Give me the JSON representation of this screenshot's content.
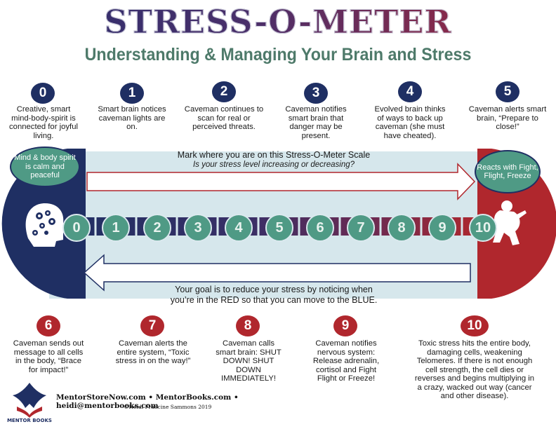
{
  "title": "STRESS-O-METER",
  "subtitle": "Understanding & Managing Your Brain and Stress",
  "top_stages": [
    {
      "num": "0",
      "text": "Creative, smart mind-body-spirit is connected for joyful living."
    },
    {
      "num": "1",
      "text": "Smart brain notices caveman lights are on."
    },
    {
      "num": "2",
      "text": "Caveman continues to scan for real or perceived threats."
    },
    {
      "num": "3",
      "text": "Caveman notifies smart brain that danger may be present."
    },
    {
      "num": "4",
      "text": "Evolved brain thinks of ways to back up caveman (she must have cheated)."
    },
    {
      "num": "5",
      "text": "Caveman alerts smart brain, “Prepare to close!”"
    }
  ],
  "bottom_stages": [
    {
      "num": "6",
      "text": "Caveman sends out message to all cells in the body, “Brace for impact!”"
    },
    {
      "num": "7",
      "text": "Caveman alerts the entire system, “Toxic stress in on the way!”"
    },
    {
      "num": "8",
      "text": "Caveman calls smart brain: SHUT DOWN! SHUT DOWN IMMEDIATELY!"
    },
    {
      "num": "9",
      "text": "Caveman notifies nervous system: Release adrenalin, cortisol and Fight Flight or Freeze!"
    },
    {
      "num": "10",
      "text": "Toxic stress hits the entire body, damaging cells, weakening Telomeres. If there is not enough cell strength, the cell dies or reverses and begins multiplying in a crazy, wacked out way (cancer and other disease)."
    }
  ],
  "left_bubble": "Mind & body spirit is calm and peaceful",
  "right_bubble": "Reacts with Fight, Flight, Freeze",
  "mark_line": "Mark where you are on this Stress-O-Meter Scale",
  "mark_question": "Is your stress level increasing or decreasing?",
  "goal_line1": "Your goal is to reduce your stress by noticing when",
  "goal_line2": "you’re in the RED so that you can move to the BLUE.",
  "scale": [
    "0",
    "1",
    "2",
    "3",
    "4",
    "5",
    "6",
    "7",
    "8",
    "9",
    "10"
  ],
  "footer_links": "MentorStoreNow.com • MentorBooks.com • heidi@mentorbooks.com",
  "footer_copyright": "©Heidi Francine Sammons 2019",
  "logo_text": "MENTOR BOOKS",
  "colors": {
    "navy": "#1f2f63",
    "red": "#b0272d",
    "teal": "#4f9a85",
    "light_blue": "#d6e7ec"
  }
}
